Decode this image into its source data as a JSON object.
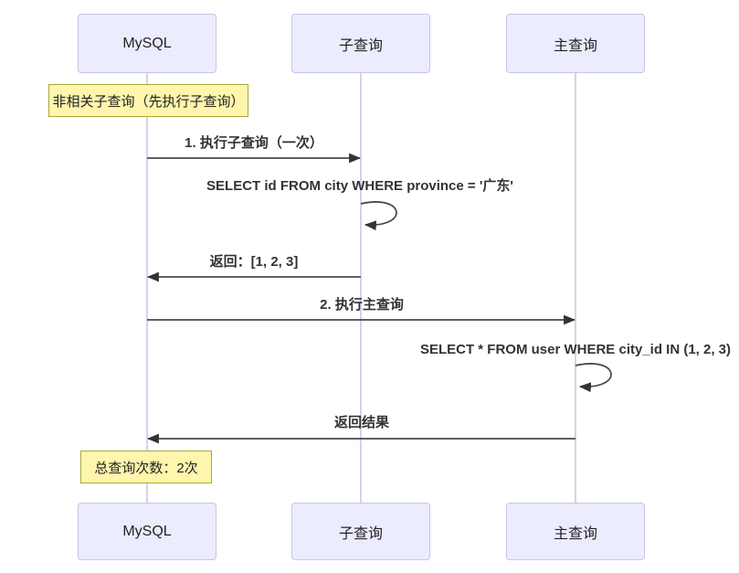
{
  "diagram": {
    "type": "sequence",
    "actors": [
      {
        "name": "MySQL"
      },
      {
        "name": "子查询"
      },
      {
        "name": "主查询"
      }
    ],
    "notes": [
      {
        "text": "非相关子查询（先执行子查询）",
        "over": "MySQL"
      },
      {
        "text": "总查询次数：2次",
        "over": "MySQL"
      }
    ],
    "messages": [
      {
        "label": "1. 执行子查询（一次）",
        "from": "MySQL",
        "to": "子查询",
        "kind": "solid-arrow"
      },
      {
        "label": "SELECT id FROM city WHERE province = '广东'",
        "from": "子查询",
        "to": "子查询",
        "kind": "self-loop"
      },
      {
        "label": "返回：[1, 2, 3]",
        "from": "子查询",
        "to": "MySQL",
        "kind": "solid-arrow"
      },
      {
        "label": "2. 执行主查询",
        "from": "MySQL",
        "to": "主查询",
        "kind": "solid-arrow"
      },
      {
        "label": "SELECT * FROM user WHERE city_id IN (1, 2, 3)",
        "from": "主查询",
        "to": "主查询",
        "kind": "self-loop"
      },
      {
        "label": "返回结果",
        "from": "主查询",
        "to": "MySQL",
        "kind": "solid-arrow"
      }
    ],
    "colors": {
      "actor_fill": "#ECECFF",
      "actor_border": "#C8C4E8",
      "note_fill": "#FFF5AD",
      "note_border": "#AAAA33",
      "lifeline": "#D8D0EE",
      "message_line": "#4A4A4A",
      "arrowhead": "#333333",
      "text": "#333333"
    }
  }
}
